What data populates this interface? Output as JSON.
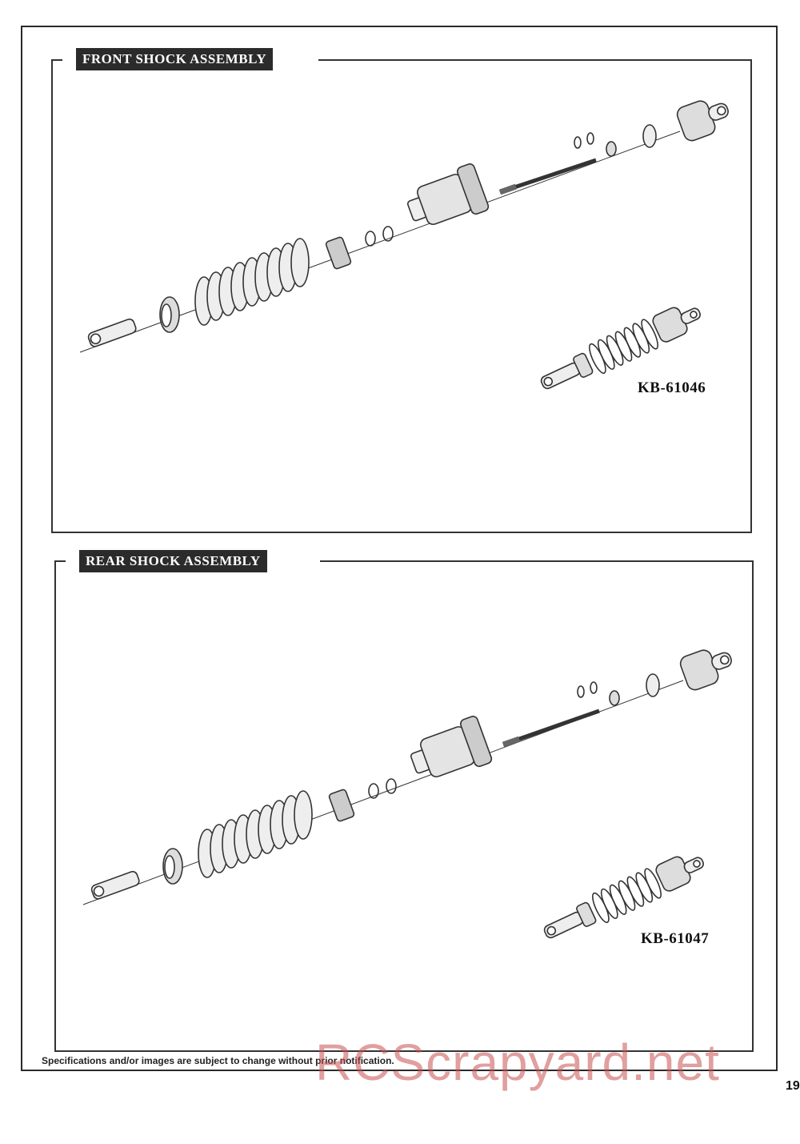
{
  "front": {
    "title": "FRONT SHOCK ASSEMBLY",
    "part_number": "KB-61046"
  },
  "rear": {
    "title": "REAR SHOCK ASSEMBLY",
    "part_number": "KB-61047"
  },
  "footer_note": "Specifications and/or images are subject to change without prior notification.",
  "watermark": "RCScrapyard.net",
  "page_number": "19",
  "icons": {
    "exploded_view": "shock-exploded-diagram",
    "assembled_view": "shock-assembled-diagram"
  },
  "colors": {
    "title_bg": "#2b2b2b",
    "watermark": "#c85050"
  }
}
